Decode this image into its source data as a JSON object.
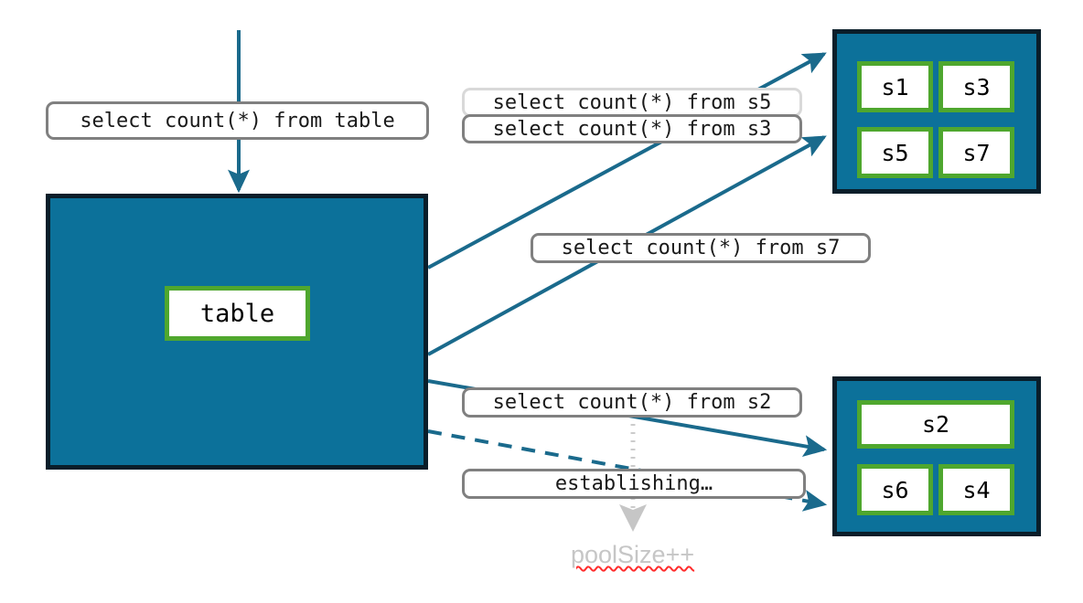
{
  "diagram": {
    "title": "connection-pool-table-shard-query-diagram",
    "colors": {
      "container_fill": "#0C719A",
      "container_border": "#0A1E2A",
      "node_border": "#4FA72E",
      "node_fill": "#FFFFFF",
      "edge": "#1A6A8C",
      "label_border": "#808080",
      "label_border_faded": "#D9D9D9",
      "ghost_text": "#C6C6C6",
      "spellcheck_underline": "#FF2D2D",
      "dotted_guide": "#CCCCCC"
    },
    "source": {
      "entry_query_label": "select count(*) from table",
      "table_container_name": "table-container",
      "table_node_label": "table"
    },
    "clusters": [
      {
        "name": "shard-cluster-top",
        "nodes": [
          {
            "label": "s1"
          },
          {
            "label": "s3"
          },
          {
            "label": "s5"
          },
          {
            "label": "s7"
          }
        ]
      },
      {
        "name": "shard-cluster-bottom",
        "nodes": [
          {
            "label": "s2"
          },
          {
            "label": "s6"
          },
          {
            "label": "s4"
          }
        ]
      }
    ],
    "query_labels": [
      {
        "name": "query-label-s5",
        "text": "select count(*) from s5",
        "faded": true
      },
      {
        "name": "query-label-s3",
        "text": "select count(*) from s3",
        "faded": false
      },
      {
        "name": "query-label-s7",
        "text": "select count(*) from s7",
        "faded": false
      },
      {
        "name": "query-label-s2",
        "text": "select count(*) from s2",
        "faded": false
      },
      {
        "name": "status-label-establishing",
        "text": "establishing…",
        "faded": false
      }
    ],
    "annotations": [
      {
        "name": "pool-size-increment",
        "text": "poolSize++"
      }
    ]
  }
}
